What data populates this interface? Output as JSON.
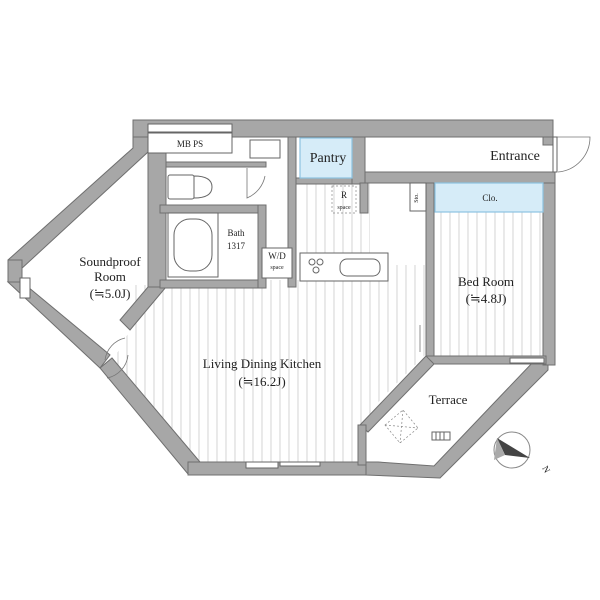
{
  "rooms": {
    "mbps": "MB PS",
    "pantry": "Pantry",
    "entrance": "Entrance",
    "r_space_label": "R",
    "r_space_sub": "space",
    "sto": "Sto.",
    "clo": "Clo.",
    "bath_line1": "Bath",
    "bath_line2": "1317",
    "wd_line1": "W/D",
    "wd_line2": "space",
    "soundproof_line1": "Soundproof",
    "soundproof_line2": "Room",
    "soundproof_area": "(≒5.0J)",
    "bedroom_line1": "Bed Room",
    "bedroom_area": "(≒4.8J)",
    "ldk_line1": "Living Dining Kitchen",
    "ldk_area": "(≒16.2J)",
    "terrace": "Terrace"
  },
  "compass": {
    "north_label": "N"
  },
  "colors": {
    "wall": "#a7a7a7",
    "accent_blue": "#d6ecf8"
  }
}
